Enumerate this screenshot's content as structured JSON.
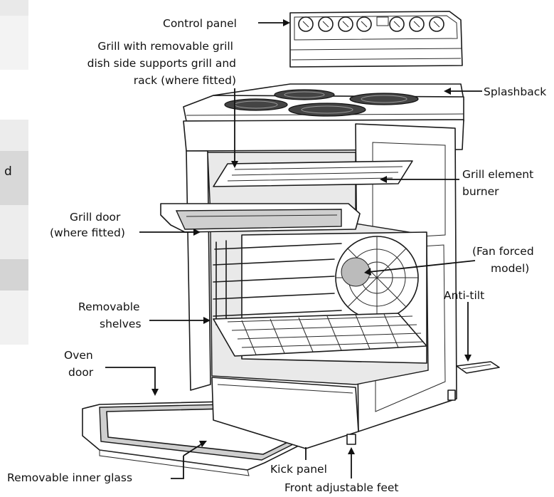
{
  "labels": {
    "control_panel": "Control panel",
    "grill_line1": "Grill with removable grill",
    "grill_line2": "dish side supports grill and",
    "grill_line3": "rack (where fitted)",
    "splashback": "Splashback",
    "grill_element_line1": "Grill element",
    "grill_element_line2": "burner",
    "grill_door_line1": "Grill door",
    "grill_door_line2": "(where fitted)",
    "fan_forced_line1": "(Fan forced",
    "fan_forced_line2": "model)",
    "anti_tilt": "Anti-tilt",
    "removable_shelves_line1": "Removable",
    "removable_shelves_line2": "shelves",
    "oven_door_line1": "Oven",
    "oven_door_line2": "door",
    "removable_inner_glass": "Removable inner glass",
    "kick_panel": "Kick panel",
    "front_adjustable_feet": "Front adjustable feet",
    "side_tab_letter": "d"
  },
  "colors": {
    "ink": "#111111",
    "background": "#ffffff",
    "side_tab_light": "#ececec",
    "side_tab_mid": "#d6d6d6"
  }
}
